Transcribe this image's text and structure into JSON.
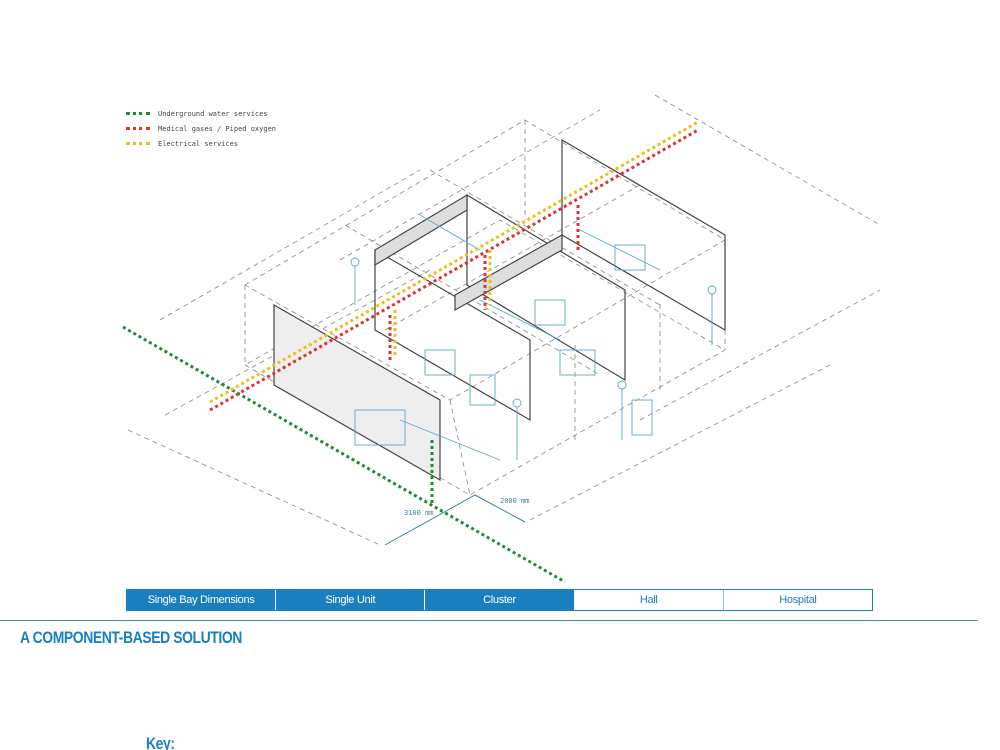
{
  "key": {
    "title": "Key:",
    "items": [
      {
        "label": "Underground water services",
        "color": "#1e8a3c"
      },
      {
        "label": "Medical gases / Piped oxygen",
        "color": "#d9343a"
      },
      {
        "label": "Electrical services",
        "color": "#e8c01e"
      }
    ]
  },
  "dimensions": {
    "width": "3100 mm",
    "depth": "2000 mm"
  },
  "tabs": [
    {
      "label": "Single Bay Dimensions",
      "active": true
    },
    {
      "label": "Single Unit",
      "active": true
    },
    {
      "label": "Cluster",
      "active": true
    },
    {
      "label": "Hall",
      "active": false
    },
    {
      "label": "Hospital",
      "active": false
    }
  ],
  "page_title": "A COMPONENT-BASED SOLUTION",
  "colors": {
    "accent": "#1a7fbf",
    "line": "#555555",
    "furniture": "#5ba6cf"
  }
}
